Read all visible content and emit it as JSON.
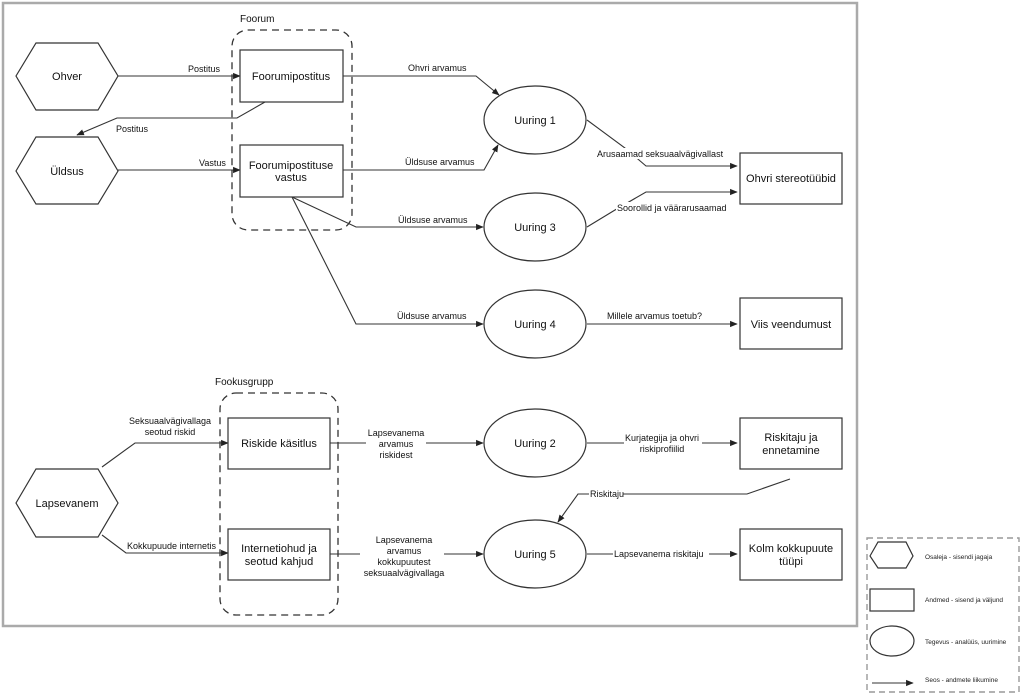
{
  "groups": {
    "forum": "Foorum",
    "focus": "Fookusgrupp"
  },
  "actors": {
    "victim": "Ohver",
    "public": "Üldsus",
    "parent": "Lapsevanem"
  },
  "data_nodes": {
    "forum_post": "Foorumipostitus",
    "forum_reply": [
      "Foorumipostituse",
      "vastus"
    ],
    "risk_handling": "Riskide käsitlus",
    "internet_risks": [
      "Internetiohud ja",
      "seotud kahjud"
    ],
    "victim_stereotypes": "Ohvri stereotüübid",
    "five_beliefs": "Viis veendumust",
    "risk_perception": [
      "Riskitaju ja",
      "ennetamine"
    ],
    "three_types": [
      "Kolm kokkupuute",
      "tüüpi"
    ]
  },
  "activities": {
    "study1": "Uuring 1",
    "study2": "Uuring 2",
    "study3": "Uuring 3",
    "study4": "Uuring 4",
    "study5": "Uuring 5"
  },
  "edges": {
    "victim_post": "Postitus",
    "post_public": "Postitus",
    "public_reply": "Vastus",
    "victim_opinion": "Ohvri arvamus",
    "public_opinion_1": "Üldsuse arvamus",
    "public_opinion_3": "Üldsuse arvamus",
    "public_opinion_4": "Üldsuse arvamus",
    "understandings": "Arusaamad seksuaalvägivallast",
    "gender_roles": "Soorollid ja väärarusaamad",
    "what_based_on": "Millele arvamus toetub?",
    "sv_risks": [
      "Seksuaalvägivallaga",
      "seotud riskid"
    ],
    "internet_exposure": "Kokkupuude internetis",
    "parent_opinion_risks": [
      "Lapsevanema",
      "arvamus",
      "riskidest"
    ],
    "parent_opinion_exposure": [
      "Lapsevanema",
      "arvamus",
      "kokkupuutest",
      "seksuaalvägivallaga"
    ],
    "profiles": [
      "Kurjategija ja ohvri",
      "riskiprofiilid"
    ],
    "risk_perception_back": "Riskitaju",
    "parent_risk_perception": "Lapsevanema riskitaju"
  },
  "legend": {
    "actor": "Osaleja - sisendi jagaja",
    "data": "Andmed - sisend ja väljund",
    "activity": "Tegevus - analüüs, uurimine",
    "relation": "Seos - andmete liikumine"
  }
}
